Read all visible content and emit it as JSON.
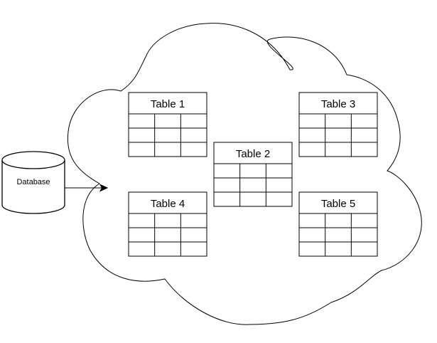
{
  "database": {
    "label": "Database"
  },
  "tables": [
    {
      "title": "Table 1",
      "rows": 3,
      "columns": 3
    },
    {
      "title": "Table 2",
      "rows": 3,
      "columns": 3
    },
    {
      "title": "Table 3",
      "rows": 3,
      "columns": 3
    },
    {
      "title": "Table 4",
      "rows": 3,
      "columns": 3
    },
    {
      "title": "Table 5",
      "rows": 3,
      "columns": 3
    }
  ],
  "colors": {
    "stroke": "#000000",
    "fill": "#ffffff"
  }
}
